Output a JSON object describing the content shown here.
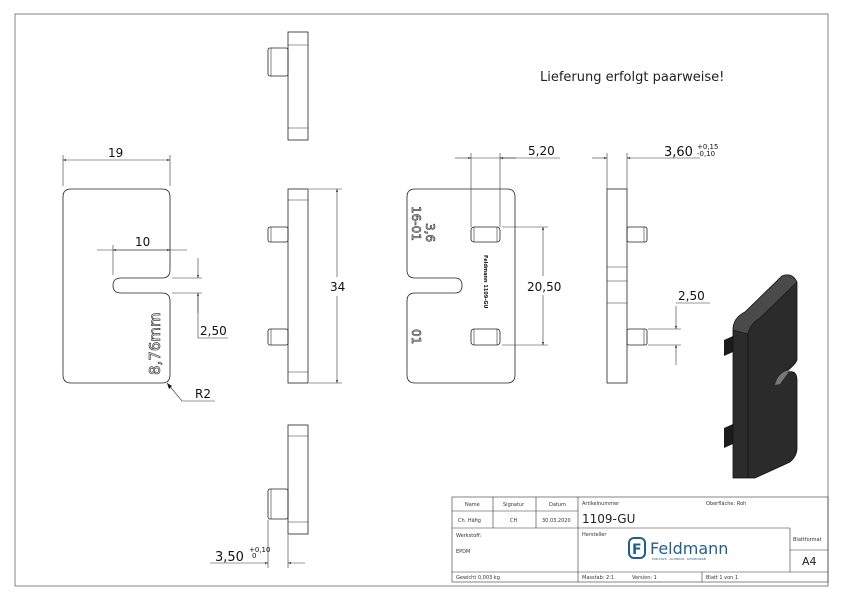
{
  "note": "Lieferung erfolgt paarweise!",
  "dimensions": {
    "width": "19",
    "slot_depth": "10",
    "slot_width_left": "2,50",
    "radius": "R2",
    "height": "34",
    "pin_width": "5,20",
    "pin_spacing": "20,50",
    "thickness": "3,60",
    "thickness_tol_upper": "+0,15",
    "thickness_tol_lower": "-0,10",
    "pin_height": "2,50",
    "pin_length": "3,50",
    "pin_length_tol_upper": "+0,10",
    "pin_length_tol_lower": "0"
  },
  "engravings": {
    "size_mark": "8,76mm",
    "mark_a": "3,6",
    "mark_b": "16-01",
    "mark_c": "01",
    "brand_mark": "Feldmann 1109-GU"
  },
  "title_block": {
    "name_label": "Name",
    "signature_label": "Signatur",
    "date_label": "Datum",
    "name": "Ch. Häfig",
    "signature": "CH",
    "date": "30.03.2020",
    "article_label": "Artikelnummer",
    "article": "1109-GU",
    "surface": "Oberfläche: Roh",
    "material_label": "Werkstoff:",
    "material": "EPDM",
    "manufacturer_label": "Hersteller",
    "logo_text": "Feldmann",
    "logo_tagline": "EDELSTAHL · ALUMINIUM · SCHWEISSEREI",
    "format_label": "Blattformat",
    "format": "A4",
    "weight": "Gewicht 0,003 kg",
    "scale": "Masstab: 2:1",
    "version": "Version: 1",
    "sheet": "Blatt 1 von 1"
  },
  "colors": {
    "logo": "#1f5f8f",
    "part": "#2b2b2b"
  }
}
